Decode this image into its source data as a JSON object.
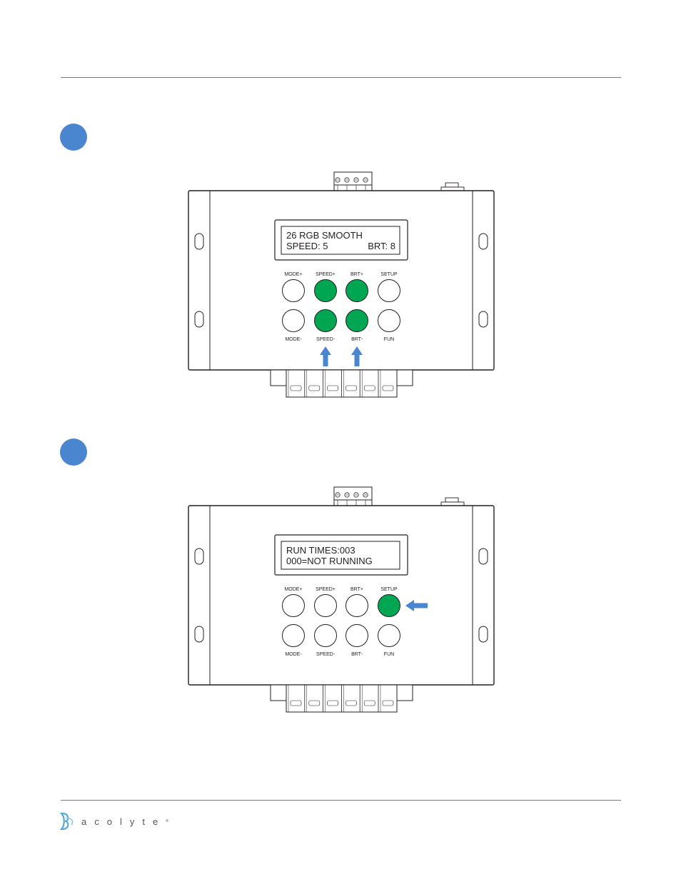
{
  "colors": {
    "step_badge": "#4a86d0",
    "pressed_button": "#00a651",
    "arrow": "#4a86d0",
    "outline": "#231f20",
    "rule": "#7a7a7a",
    "logo_icon": "#5aa7d8"
  },
  "buttons": {
    "top": [
      "MODE+",
      "SPEED+",
      "BRT+",
      "SETUP"
    ],
    "bottom": [
      "MODE-",
      "SPEED-",
      "BRT-",
      "FUN"
    ]
  },
  "steps": [
    {
      "display": {
        "line1": "26  RGB SMOOTH",
        "line2_left": "SPEED: 5",
        "line2_right": "BRT: 8"
      },
      "pressed_buttons": [
        "SPEED+",
        "BRT+",
        "SPEED-",
        "BRT-"
      ],
      "arrow_icons": [
        "up-arrow-icon",
        "up-arrow-icon"
      ]
    },
    {
      "display": {
        "line1": "RUN TIMES:003",
        "line2_left": "000=NOT RUNNING",
        "line2_right": ""
      },
      "pressed_buttons": [
        "SETUP"
      ],
      "arrow_icons": [
        "left-arrow-icon"
      ]
    }
  ],
  "footer": {
    "brand": "acolyte",
    "registered_mark": "®",
    "logo_icon": "acolyte-logo-icon"
  }
}
